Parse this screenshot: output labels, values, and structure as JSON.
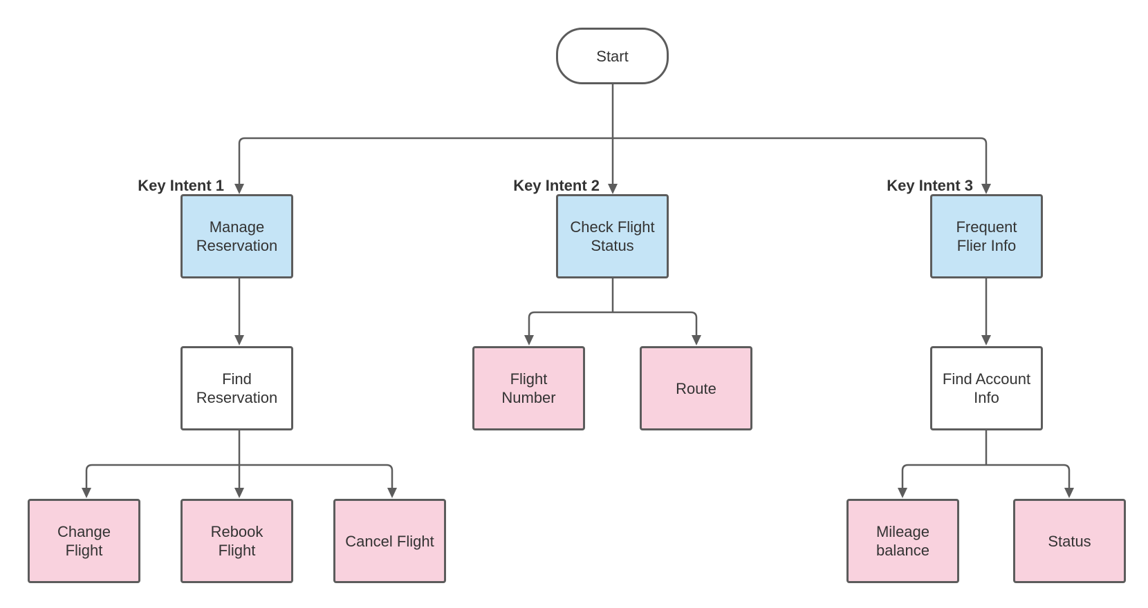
{
  "colors": {
    "intent_fill": "#c5e4f6",
    "leaf_fill": "#f9d2de",
    "step_fill": "#ffffff",
    "terminal_fill": "#ffffff",
    "line": "#5c5c5c"
  },
  "start": {
    "label": "Start"
  },
  "intents": [
    {
      "key_label": "Key Intent 1",
      "label": "Manage\nReservation",
      "step": "Find\nReservation",
      "leaves": [
        "Change\nFlight",
        "Rebook\nFlight",
        "Cancel Flight"
      ]
    },
    {
      "key_label": "Key Intent 2",
      "label": "Check Flight\nStatus",
      "leaves": [
        "Flight\nNumber",
        "Route"
      ]
    },
    {
      "key_label": "Key Intent 3",
      "label": "Frequent\nFlier Info",
      "step": "Find Account\nInfo",
      "leaves": [
        "Mileage\nbalance",
        "Status"
      ]
    }
  ]
}
